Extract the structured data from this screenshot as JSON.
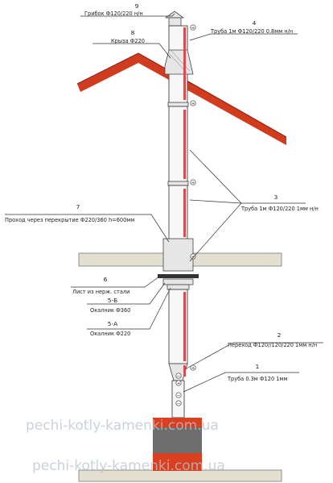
{
  "labels": [
    {
      "num": "1",
      "text": "Труба 0.3м Ф120 1мм"
    },
    {
      "num": "2",
      "text": "Переход Ф120//120/220 1мм н/н"
    },
    {
      "num": "3",
      "text": "Труба 1м Ф120/220 1мм н/н"
    },
    {
      "num": "4",
      "text": "Труба 1м Ф120/220 0.8мм н/н"
    },
    {
      "num": "5-А",
      "text": "Окалник Ф220"
    },
    {
      "num": "5-Б",
      "text": "Окалник Ф360"
    },
    {
      "num": "6",
      "text": "Лист из нерж. стали"
    },
    {
      "num": "7",
      "text": "Проход через перекрытие Ф220/360 h=600мм"
    },
    {
      "num": "8",
      "text": "Крыза Ф220"
    },
    {
      "num": "9",
      "text": "Грибок Ф120/220 н/н"
    }
  ],
  "watermark": "pechi-kotly-kamenki.com.ua",
  "colors": {
    "roof": "#d23c1e",
    "roof_dark": "#8e2412",
    "hot_strip": "#d94d4d",
    "stove": "#d9401f",
    "stove_band": "#6e6e6e",
    "slab": "#e3e0d2",
    "leader": "#333333"
  }
}
